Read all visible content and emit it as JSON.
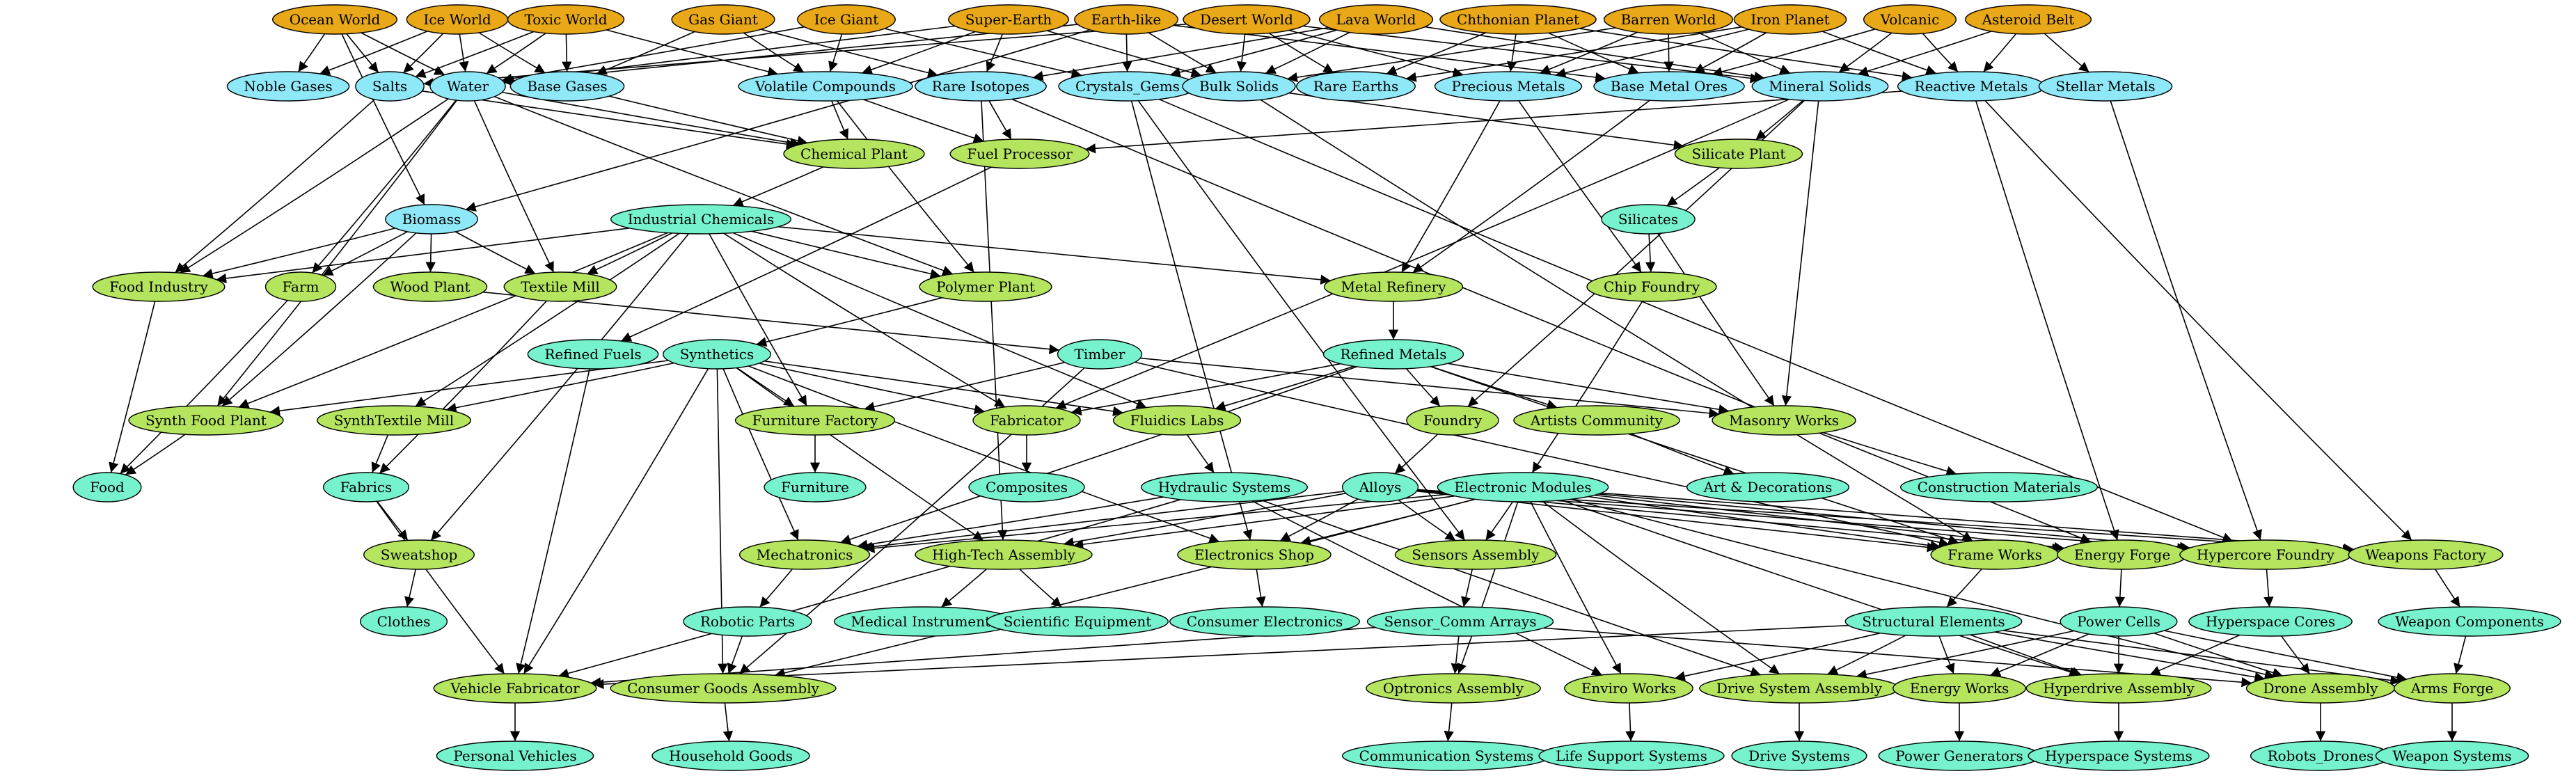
{
  "colors": {
    "planet": "#e8a817",
    "raw": "#8fe8f7",
    "facility": "#b5e55e",
    "product": "#77f2cf",
    "edge": "#000000"
  },
  "nodes": [
    {
      "id": "ocean",
      "label": "Ocean World",
      "kind": "planet"
    },
    {
      "id": "ice",
      "label": "Ice World",
      "kind": "planet"
    },
    {
      "id": "toxic",
      "label": "Toxic World",
      "kind": "planet"
    },
    {
      "id": "gas",
      "label": "Gas Giant",
      "kind": "planet"
    },
    {
      "id": "icegiant",
      "label": "Ice Giant",
      "kind": "planet"
    },
    {
      "id": "superearth",
      "label": "Super-Earth",
      "kind": "planet"
    },
    {
      "id": "earthlike",
      "label": "Earth-like",
      "kind": "planet"
    },
    {
      "id": "desert",
      "label": "Desert World",
      "kind": "planet"
    },
    {
      "id": "lava",
      "label": "Lava World",
      "kind": "planet"
    },
    {
      "id": "chthonian",
      "label": "Chthonian Planet",
      "kind": "planet"
    },
    {
      "id": "barren",
      "label": "Barren World",
      "kind": "planet"
    },
    {
      "id": "iron",
      "label": "Iron Planet",
      "kind": "planet"
    },
    {
      "id": "volcanic",
      "label": "Volcanic",
      "kind": "planet"
    },
    {
      "id": "asteroid",
      "label": "Asteroid Belt",
      "kind": "planet"
    },
    {
      "id": "noble",
      "label": "Noble Gases",
      "kind": "raw"
    },
    {
      "id": "salts",
      "label": "Salts",
      "kind": "raw"
    },
    {
      "id": "water",
      "label": "Water",
      "kind": "raw"
    },
    {
      "id": "basegases",
      "label": "Base Gases",
      "kind": "raw"
    },
    {
      "id": "volatile",
      "label": "Volatile Compounds",
      "kind": "raw"
    },
    {
      "id": "rareiso",
      "label": "Rare Isotopes",
      "kind": "raw"
    },
    {
      "id": "crystals",
      "label": "Crystals_Gems",
      "kind": "raw"
    },
    {
      "id": "bulk",
      "label": "Bulk Solids",
      "kind": "raw"
    },
    {
      "id": "rareearths",
      "label": "Rare Earths",
      "kind": "raw"
    },
    {
      "id": "precious",
      "label": "Precious Metals",
      "kind": "raw"
    },
    {
      "id": "baseore",
      "label": "Base Metal Ores",
      "kind": "raw"
    },
    {
      "id": "mineral",
      "label": "Mineral Solids",
      "kind": "raw"
    },
    {
      "id": "reactive",
      "label": "Reactive Metals",
      "kind": "raw"
    },
    {
      "id": "stellar",
      "label": "Stellar Metals",
      "kind": "raw"
    },
    {
      "id": "biomass",
      "label": "Biomass",
      "kind": "raw"
    },
    {
      "id": "chemplant",
      "label": "Chemical Plant",
      "kind": "facility"
    },
    {
      "id": "fuelproc",
      "label": "Fuel Processor",
      "kind": "facility"
    },
    {
      "id": "silicateplant",
      "label": "Silicate Plant",
      "kind": "facility"
    },
    {
      "id": "foodind",
      "label": "Food Industry",
      "kind": "facility"
    },
    {
      "id": "farm",
      "label": "Farm",
      "kind": "facility"
    },
    {
      "id": "woodplant",
      "label": "Wood Plant",
      "kind": "facility"
    },
    {
      "id": "textile",
      "label": "Textile Mill",
      "kind": "facility"
    },
    {
      "id": "polymer",
      "label": "Polymer Plant",
      "kind": "facility"
    },
    {
      "id": "metalref",
      "label": "Metal Refinery",
      "kind": "facility"
    },
    {
      "id": "chipfoundry",
      "label": "Chip Foundry",
      "kind": "facility"
    },
    {
      "id": "synthfood",
      "label": "Synth Food Plant",
      "kind": "facility"
    },
    {
      "id": "synthtextile",
      "label": "SynthTextile Mill",
      "kind": "facility"
    },
    {
      "id": "furnfactory",
      "label": "Furniture Factory",
      "kind": "facility"
    },
    {
      "id": "fabricator",
      "label": "Fabricator",
      "kind": "facility"
    },
    {
      "id": "fluidics",
      "label": "Fluidics Labs",
      "kind": "facility"
    },
    {
      "id": "foundry",
      "label": "Foundry",
      "kind": "facility"
    },
    {
      "id": "artists",
      "label": "Artists Community",
      "kind": "facility"
    },
    {
      "id": "masonry",
      "label": "Masonry Works",
      "kind": "facility"
    },
    {
      "id": "sweatshop",
      "label": "Sweatshop",
      "kind": "facility"
    },
    {
      "id": "mechatronics",
      "label": "Mechatronics",
      "kind": "facility"
    },
    {
      "id": "hightech",
      "label": "High-Tech Assembly",
      "kind": "facility"
    },
    {
      "id": "elecshop",
      "label": "Electronics Shop",
      "kind": "facility"
    },
    {
      "id": "sensasm",
      "label": "Sensors Assembly",
      "kind": "facility"
    },
    {
      "id": "frameworks",
      "label": "Frame Works",
      "kind": "facility"
    },
    {
      "id": "energyforge",
      "label": "Energy Forge",
      "kind": "facility"
    },
    {
      "id": "hypercore",
      "label": "Hypercore Foundry",
      "kind": "facility"
    },
    {
      "id": "weaponsfac",
      "label": "Weapons Factory",
      "kind": "facility"
    },
    {
      "id": "vehiclefab",
      "label": "Vehicle Fabricator",
      "kind": "facility"
    },
    {
      "id": "consumerasm",
      "label": "Consumer Goods Assembly",
      "kind": "facility"
    },
    {
      "id": "optronics",
      "label": "Optronics Assembly",
      "kind": "facility"
    },
    {
      "id": "enviro",
      "label": "Enviro Works",
      "kind": "facility"
    },
    {
      "id": "drivesys",
      "label": "Drive System Assembly",
      "kind": "facility"
    },
    {
      "id": "energyworks",
      "label": "Energy Works",
      "kind": "facility"
    },
    {
      "id": "hyperdrive",
      "label": "Hyperdrive Assembly",
      "kind": "facility"
    },
    {
      "id": "droneasm",
      "label": "Drone Assembly",
      "kind": "facility"
    },
    {
      "id": "armsforge",
      "label": "Arms Forge",
      "kind": "facility"
    },
    {
      "id": "indchem",
      "label": "Industrial Chemicals",
      "kind": "product"
    },
    {
      "id": "silicates",
      "label": "Silicates",
      "kind": "product"
    },
    {
      "id": "reffuels",
      "label": "Refined Fuels",
      "kind": "product"
    },
    {
      "id": "synthetics",
      "label": "Synthetics",
      "kind": "product"
    },
    {
      "id": "timber",
      "label": "Timber",
      "kind": "product"
    },
    {
      "id": "refmetals",
      "label": "Refined Metals",
      "kind": "product"
    },
    {
      "id": "food",
      "label": "Food",
      "kind": "product"
    },
    {
      "id": "fabrics",
      "label": "Fabrics",
      "kind": "product"
    },
    {
      "id": "furniture",
      "label": "Furniture",
      "kind": "product"
    },
    {
      "id": "composites",
      "label": "Composites",
      "kind": "product"
    },
    {
      "id": "hydraulic",
      "label": "Hydraulic Systems",
      "kind": "product"
    },
    {
      "id": "alloys",
      "label": "Alloys",
      "kind": "product"
    },
    {
      "id": "elecmod",
      "label": "Electronic Modules",
      "kind": "product"
    },
    {
      "id": "artdec",
      "label": "Art & Decorations",
      "kind": "product"
    },
    {
      "id": "constmat",
      "label": "Construction Materials",
      "kind": "product"
    },
    {
      "id": "clothes",
      "label": "Clothes",
      "kind": "product"
    },
    {
      "id": "roboparts",
      "label": "Robotic Parts",
      "kind": "product"
    },
    {
      "id": "medinst",
      "label": "Medical Instruments",
      "kind": "product"
    },
    {
      "id": "sciequip",
      "label": "Scientific Equipment",
      "kind": "product"
    },
    {
      "id": "conselec",
      "label": "Consumer Electronics",
      "kind": "product"
    },
    {
      "id": "sensorcomm",
      "label": "Sensor_Comm Arrays",
      "kind": "product"
    },
    {
      "id": "structel",
      "label": "Structural Elements",
      "kind": "product"
    },
    {
      "id": "powercells",
      "label": "Power Cells",
      "kind": "product"
    },
    {
      "id": "hypercores",
      "label": "Hyperspace Cores",
      "kind": "product"
    },
    {
      "id": "weaponcomp",
      "label": "Weapon Components",
      "kind": "product"
    },
    {
      "id": "persveh",
      "label": "Personal Vehicles",
      "kind": "product"
    },
    {
      "id": "household",
      "label": "Household Goods",
      "kind": "product"
    },
    {
      "id": "commsys",
      "label": "Communication Systems",
      "kind": "product"
    },
    {
      "id": "lifesup",
      "label": "Life Support Systems",
      "kind": "product"
    },
    {
      "id": "drivesystems",
      "label": "Drive Systems",
      "kind": "product"
    },
    {
      "id": "powergen",
      "label": "Power Generators",
      "kind": "product"
    },
    {
      "id": "hyperspacesys",
      "label": "Hyperspace Systems",
      "kind": "product"
    },
    {
      "id": "robodrones",
      "label": "Robots_Drones",
      "kind": "product"
    },
    {
      "id": "weaponsys",
      "label": "Weapon Systems",
      "kind": "product"
    }
  ],
  "edges": [
    [
      "ocean",
      "noble"
    ],
    [
      "ocean",
      "salts"
    ],
    [
      "ocean",
      "water"
    ],
    [
      "ocean",
      "biomass"
    ],
    [
      "ice",
      "water"
    ],
    [
      "ice",
      "salts"
    ],
    [
      "ice",
      "basegases"
    ],
    [
      "ice",
      "noble"
    ],
    [
      "toxic",
      "basegases"
    ],
    [
      "toxic",
      "volatile"
    ],
    [
      "toxic",
      "salts"
    ],
    [
      "toxic",
      "water"
    ],
    [
      "gas",
      "basegases"
    ],
    [
      "gas",
      "rareiso"
    ],
    [
      "gas",
      "volatile"
    ],
    [
      "icegiant",
      "water"
    ],
    [
      "icegiant",
      "volatile"
    ],
    [
      "icegiant",
      "crystals"
    ],
    [
      "superearth",
      "volatile"
    ],
    [
      "superearth",
      "rareiso"
    ],
    [
      "superearth",
      "bulk"
    ],
    [
      "superearth",
      "water"
    ],
    [
      "earthlike",
      "water"
    ],
    [
      "earthlike",
      "biomass"
    ],
    [
      "earthlike",
      "bulk"
    ],
    [
      "earthlike",
      "crystals"
    ],
    [
      "earthlike",
      "baseore"
    ],
    [
      "desert",
      "salts"
    ],
    [
      "desert",
      "bulk"
    ],
    [
      "desert",
      "rareearths"
    ],
    [
      "desert",
      "precious"
    ],
    [
      "desert",
      "mineral"
    ],
    [
      "lava",
      "rareiso"
    ],
    [
      "lava",
      "bulk"
    ],
    [
      "lava",
      "crystals"
    ],
    [
      "lava",
      "mineral"
    ],
    [
      "chthonian",
      "precious"
    ],
    [
      "chthonian",
      "reactive"
    ],
    [
      "chthonian",
      "rareearths"
    ],
    [
      "chthonian",
      "baseore"
    ],
    [
      "barren",
      "baseore"
    ],
    [
      "barren",
      "bulk"
    ],
    [
      "barren",
      "precious"
    ],
    [
      "barren",
      "mineral"
    ],
    [
      "iron",
      "baseore"
    ],
    [
      "iron",
      "precious"
    ],
    [
      "iron",
      "reactive"
    ],
    [
      "iron",
      "rareearths"
    ],
    [
      "volcanic",
      "mineral"
    ],
    [
      "volcanic",
      "reactive"
    ],
    [
      "volcanic",
      "baseore"
    ],
    [
      "asteroid",
      "stellar"
    ],
    [
      "asteroid",
      "reactive"
    ],
    [
      "asteroid",
      "mineral"
    ],
    [
      "salts",
      "chemplant"
    ],
    [
      "salts",
      "foodind"
    ],
    [
      "water",
      "chemplant"
    ],
    [
      "water",
      "farm"
    ],
    [
      "water",
      "textile"
    ],
    [
      "water",
      "synthfood"
    ],
    [
      "water",
      "polymer"
    ],
    [
      "water",
      "foodind"
    ],
    [
      "basegases",
      "chemplant"
    ],
    [
      "volatile",
      "chemplant"
    ],
    [
      "volatile",
      "fuelproc"
    ],
    [
      "volatile",
      "polymer"
    ],
    [
      "rareiso",
      "fuelproc"
    ],
    [
      "rareiso",
      "hightech"
    ],
    [
      "rareiso",
      "energyforge"
    ],
    [
      "crystals",
      "sensasm"
    ],
    [
      "crystals",
      "elecshop"
    ],
    [
      "crystals",
      "hypercore"
    ],
    [
      "bulk",
      "frameworks"
    ],
    [
      "bulk",
      "silicateplant"
    ],
    [
      "precious",
      "metalref"
    ],
    [
      "precious",
      "chipfoundry"
    ],
    [
      "baseore",
      "metalref"
    ],
    [
      "mineral",
      "silicateplant"
    ],
    [
      "mineral",
      "masonry"
    ],
    [
      "mineral",
      "foundry"
    ],
    [
      "mineral",
      "fabricator"
    ],
    [
      "reactive",
      "fuelproc"
    ],
    [
      "reactive",
      "energyforge"
    ],
    [
      "reactive",
      "weaponsfac"
    ],
    [
      "stellar",
      "hypercore"
    ],
    [
      "chemplant",
      "indchem"
    ],
    [
      "fuelproc",
      "reffuels"
    ],
    [
      "silicateplant",
      "silicates"
    ],
    [
      "silicates",
      "chipfoundry"
    ],
    [
      "silicates",
      "masonry"
    ],
    [
      "biomass",
      "foodind"
    ],
    [
      "biomass",
      "farm"
    ],
    [
      "biomass",
      "woodplant"
    ],
    [
      "biomass",
      "textile"
    ],
    [
      "biomass",
      "synthfood"
    ],
    [
      "indchem",
      "polymer"
    ],
    [
      "indchem",
      "metalref"
    ],
    [
      "indchem",
      "fabricator"
    ],
    [
      "indchem",
      "textile"
    ],
    [
      "indchem",
      "synthfood"
    ],
    [
      "indchem",
      "synthtextile"
    ],
    [
      "indchem",
      "furnfactory"
    ],
    [
      "indchem",
      "fluidics"
    ],
    [
      "indchem",
      "sweatshop"
    ],
    [
      "indchem",
      "foodind"
    ],
    [
      "foodind",
      "food"
    ],
    [
      "farm",
      "food"
    ],
    [
      "woodplant",
      "timber"
    ],
    [
      "textile",
      "fabrics"
    ],
    [
      "polymer",
      "synthetics"
    ],
    [
      "metalref",
      "refmetals"
    ],
    [
      "chipfoundry",
      "elecmod"
    ],
    [
      "reffuels",
      "vehiclefab"
    ],
    [
      "synthetics",
      "synthfood"
    ],
    [
      "synthetics",
      "synthtextile"
    ],
    [
      "synthetics",
      "fabricator"
    ],
    [
      "synthetics",
      "fluidics"
    ],
    [
      "synthetics",
      "furnfactory"
    ],
    [
      "synthetics",
      "mechatronics"
    ],
    [
      "synthetics",
      "hightech"
    ],
    [
      "synthetics",
      "consumerasm"
    ],
    [
      "synthetics",
      "vehiclefab"
    ],
    [
      "synthetics",
      "elecshop"
    ],
    [
      "timber",
      "furnfactory"
    ],
    [
      "timber",
      "masonry"
    ],
    [
      "timber",
      "consumerasm"
    ],
    [
      "timber",
      "frameworks"
    ],
    [
      "refmetals",
      "fabricator"
    ],
    [
      "refmetals",
      "fluidics"
    ],
    [
      "refmetals",
      "foundry"
    ],
    [
      "refmetals",
      "artists"
    ],
    [
      "refmetals",
      "masonry"
    ],
    [
      "refmetals",
      "mechatronics"
    ],
    [
      "refmetals",
      "frameworks"
    ],
    [
      "synthfood",
      "food"
    ],
    [
      "synthtextile",
      "fabrics"
    ],
    [
      "furnfactory",
      "furniture"
    ],
    [
      "fabricator",
      "composites"
    ],
    [
      "fluidics",
      "hydraulic"
    ],
    [
      "foundry",
      "alloys"
    ],
    [
      "artists",
      "artdec"
    ],
    [
      "masonry",
      "constmat"
    ],
    [
      "fabrics",
      "sweatshop"
    ],
    [
      "fabrics",
      "vehiclefab"
    ],
    [
      "hydraulic",
      "mechatronics"
    ],
    [
      "hydraulic",
      "vehiclefab"
    ],
    [
      "hydraulic",
      "drivesys"
    ],
    [
      "hydraulic",
      "enviro"
    ],
    [
      "alloys",
      "mechatronics"
    ],
    [
      "alloys",
      "hightech"
    ],
    [
      "alloys",
      "elecshop"
    ],
    [
      "alloys",
      "sensasm"
    ],
    [
      "alloys",
      "frameworks"
    ],
    [
      "alloys",
      "energyforge"
    ],
    [
      "alloys",
      "hypercore"
    ],
    [
      "alloys",
      "weaponsfac"
    ],
    [
      "elecmod",
      "sensasm"
    ],
    [
      "elecmod",
      "mechatronics"
    ],
    [
      "elecmod",
      "hightech"
    ],
    [
      "elecmod",
      "elecshop"
    ],
    [
      "elecmod",
      "frameworks"
    ],
    [
      "elecmod",
      "energyforge"
    ],
    [
      "elecmod",
      "hypercore"
    ],
    [
      "elecmod",
      "weaponsfac"
    ],
    [
      "elecmod",
      "optronics"
    ],
    [
      "elecmod",
      "enviro"
    ],
    [
      "elecmod",
      "drivesys"
    ],
    [
      "elecmod",
      "hyperdrive"
    ],
    [
      "elecmod",
      "droneasm"
    ],
    [
      "elecmod",
      "consumerasm"
    ],
    [
      "sweatshop",
      "clothes"
    ],
    [
      "mechatronics",
      "roboparts"
    ],
    [
      "hightech",
      "medinst"
    ],
    [
      "hightech",
      "sciequip"
    ],
    [
      "elecshop",
      "conselec"
    ],
    [
      "sensasm",
      "sensorcomm"
    ],
    [
      "frameworks",
      "structel"
    ],
    [
      "energyforge",
      "powercells"
    ],
    [
      "hypercore",
      "hypercores"
    ],
    [
      "weaponsfac",
      "weaponcomp"
    ],
    [
      "roboparts",
      "consumerasm"
    ],
    [
      "sensorcomm",
      "optronics"
    ],
    [
      "sensorcomm",
      "vehiclefab"
    ],
    [
      "sensorcomm",
      "droneasm"
    ],
    [
      "structel",
      "vehiclefab"
    ],
    [
      "structel",
      "enviro"
    ],
    [
      "structel",
      "drivesys"
    ],
    [
      "structel",
      "energyworks"
    ],
    [
      "structel",
      "hyperdrive"
    ],
    [
      "structel",
      "droneasm"
    ],
    [
      "structel",
      "armsforge"
    ],
    [
      "powercells",
      "drivesys"
    ],
    [
      "powercells",
      "energyworks"
    ],
    [
      "powercells",
      "hyperdrive"
    ],
    [
      "powercells",
      "droneasm"
    ],
    [
      "powercells",
      "armsforge"
    ],
    [
      "hypercores",
      "hyperdrive"
    ],
    [
      "hypercores",
      "droneasm"
    ],
    [
      "weaponcomp",
      "armsforge"
    ],
    [
      "vehiclefab",
      "persveh"
    ],
    [
      "consumerasm",
      "household"
    ],
    [
      "optronics",
      "commsys"
    ],
    [
      "enviro",
      "lifesup"
    ],
    [
      "drivesys",
      "drivesystems"
    ],
    [
      "energyworks",
      "powergen"
    ],
    [
      "hyperdrive",
      "hyperspacesys"
    ],
    [
      "droneasm",
      "robodrones"
    ],
    [
      "armsforge",
      "weaponsys"
    ]
  ]
}
